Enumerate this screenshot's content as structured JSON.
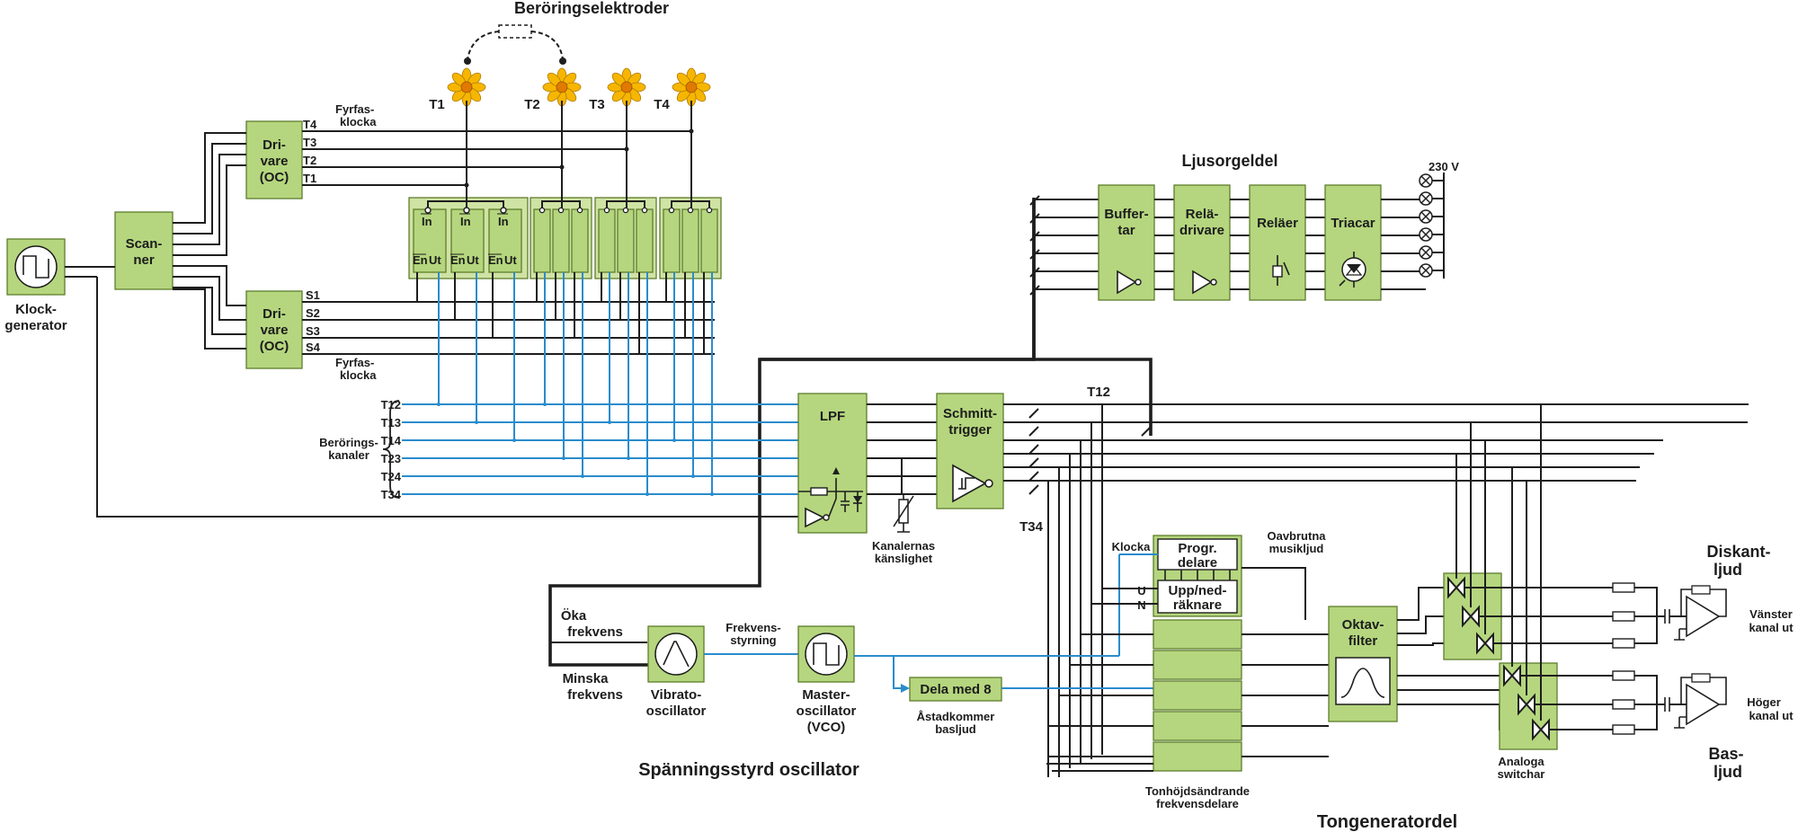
{
  "labels": {
    "beroringselektroder": "Beröringselektroder",
    "ljusorgeldel": "Ljusorgeldel",
    "v230": "230 V",
    "fyrfas_klocka_top_1": "Fyrfas-",
    "fyrfas_klocka_top_2": "klocka",
    "fyrfas_klocka_bot_1": "Fyrfas-",
    "fyrfas_klocka_bot_2": "klocka",
    "klockgenerator_1": "Klock-",
    "klockgenerator_2": "generator",
    "scanner_1": "Scan-",
    "scanner_2": "ner",
    "drivare_1": "Dri-",
    "drivare_2": "vare",
    "drivare_3": "(OC)",
    "buffertar_1": "Buffer-",
    "buffertar_2": "tar",
    "reladrivare_1": "Relä-",
    "reladrivare_2": "drivare",
    "relaer": "Reläer",
    "triacar": "Triacar",
    "lpf": "LPF",
    "schmitt_1": "Schmitt-",
    "schmitt_2": "trigger",
    "beroringskanaler_1": "Berörings-",
    "beroringskanaler_2": "kanaler",
    "kanalernas_1": "Kanalernas",
    "kanalernas_2": "känslighet",
    "t12_top": "T12",
    "t34": "T34",
    "klocka": "Klocka",
    "u": "U",
    "n": "N",
    "progr_1": "Progr.",
    "progr_2": "delare",
    "uppned_1": "Upp/ned-",
    "uppned_2": "räknare",
    "oavbrutna_1": "Oavbrutna",
    "oavbrutna_2": "musikljud",
    "oktav_1": "Oktav-",
    "oktav_2": "filter",
    "diskant_1": "Diskant-",
    "diskant_2": "ljud",
    "bas_1": "Bas-",
    "bas_2": "ljud",
    "vanster_1": "Vänster",
    "vanster_2": "kanal ut",
    "hoger_1": "Höger",
    "hoger_2": "kanal ut",
    "analoga_1": "Analoga",
    "analoga_2": "switchar",
    "tonhojd_1": "Tonhöjdsändrande",
    "tonhojd_2": "frekvensdelare",
    "tongeneratordel": "Tongeneratordel",
    "oka_1": "Öka",
    "oka_2": "frekvens",
    "minska_1": "Minska",
    "minska_2": "frekvens",
    "vibrato_1": "Vibrato-",
    "vibrato_2": "oscillator",
    "frekvens_styrning_1": "Frekvens-",
    "frekvens_styrning_2": "styrning",
    "master_1": "Master-",
    "master_2": "oscillator",
    "master_3": "(VCO)",
    "dela_med_8": "Dela med 8",
    "astadkommer_1": "Åstadkommer",
    "astadkommer_2": "basljud",
    "spanningsstyrd": "Spänningsstyrd oscillator",
    "in": "In",
    "en": "En",
    "ut": "Ut"
  },
  "electrodes": [
    "T1",
    "T2",
    "T3",
    "T4"
  ],
  "clock_phases_top": [
    "T4",
    "T3",
    "T2",
    "T1"
  ],
  "clock_phases_bottom": [
    "S1",
    "S2",
    "S3",
    "S4"
  ],
  "touch_channels": [
    "T12",
    "T13",
    "T14",
    "T23",
    "T24",
    "T34"
  ],
  "colors": {
    "block_fill": "#b5d67e",
    "block_stroke": "#5e7e2c",
    "wire": "#1e1e1e",
    "signal_blue": "#2a8ccc",
    "flower_petal": "#f6b600",
    "flower_center": "#e07a00"
  }
}
